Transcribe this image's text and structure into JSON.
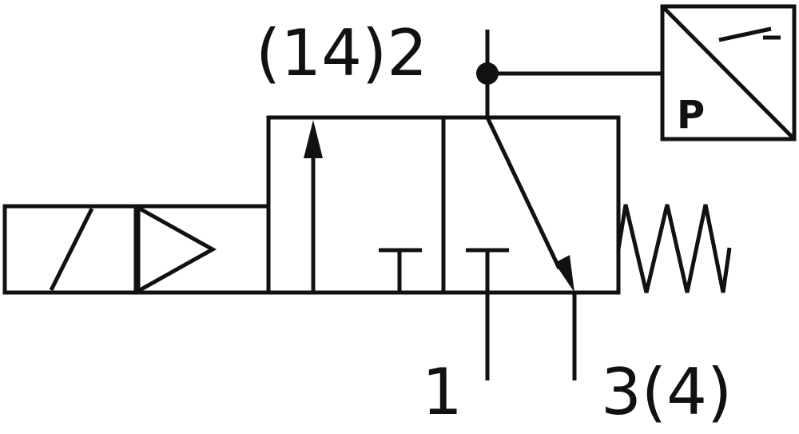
{
  "symbol": {
    "port_output": "(14)2",
    "port_supply": "1",
    "port_exhaust": "3(4)",
    "pressure_switch_letter": "P"
  },
  "colors": {
    "line": "#111111",
    "background": "#ffffff"
  }
}
